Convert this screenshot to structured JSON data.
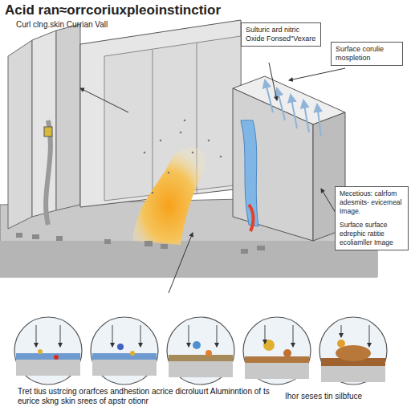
{
  "diagram": {
    "title": "Acid ran≈orrcoriuxpleoinstinctior",
    "caption": "Tret tius ustrcing orarfces andhestion acrice dicroluurt Aluminntion of ts eurice skng skin srees of apstr otionr",
    "nodes": [
      {
        "text": [
          "Sulturic ard nitric Oxide Fonsed\"Vexare"
        ]
      },
      {
        "text": [
          "Surface corulie mospletion"
        ]
      },
      {
        "text": [
          "Mecetious: calrfom adesmits- evicemeal Image.",
          "Surface surface edrephic ratitie ecoliamller Image"
        ]
      }
    ],
    "labels": [
      "Curl clng.skin Currian Vall",
      "Ihor seses tin silbfuce"
    ]
  }
}
